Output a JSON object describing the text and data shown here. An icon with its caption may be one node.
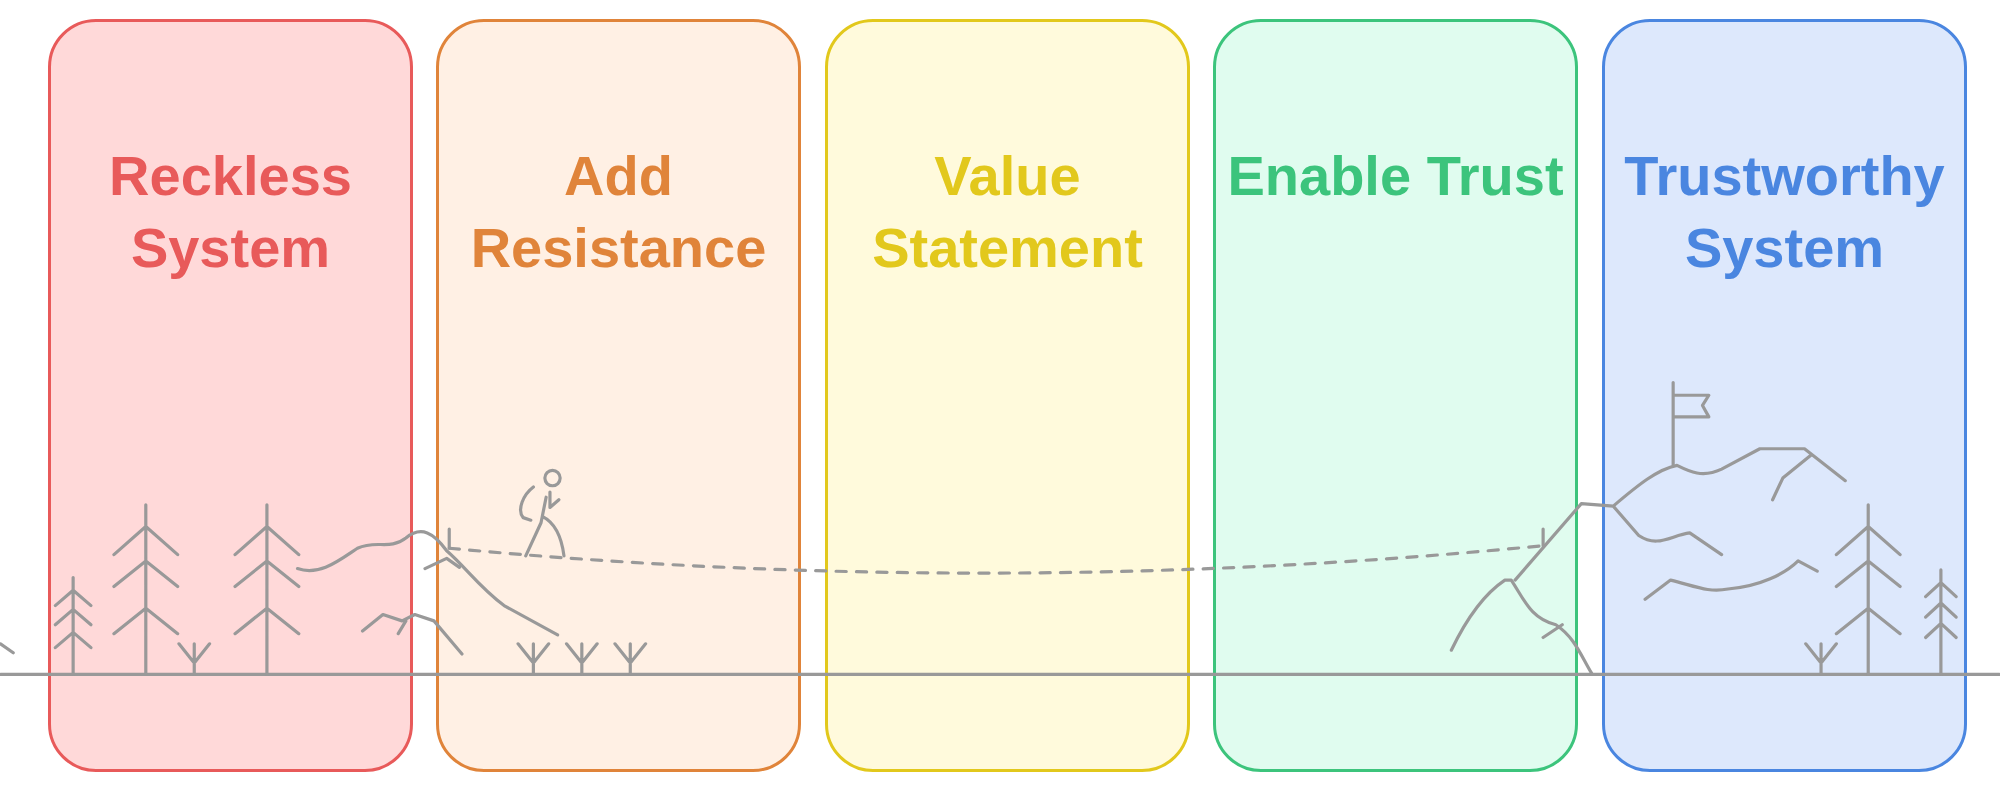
{
  "diagram": {
    "nodes": [
      {
        "text": [
          "Reckless System"
        ]
      },
      {
        "text": [
          "Add Resistance"
        ]
      },
      {
        "text": [
          "Value Statement"
        ]
      },
      {
        "text": [
          "Enable Trust"
        ]
      },
      {
        "text": [
          "Trustworthy System"
        ]
      }
    ]
  }
}
